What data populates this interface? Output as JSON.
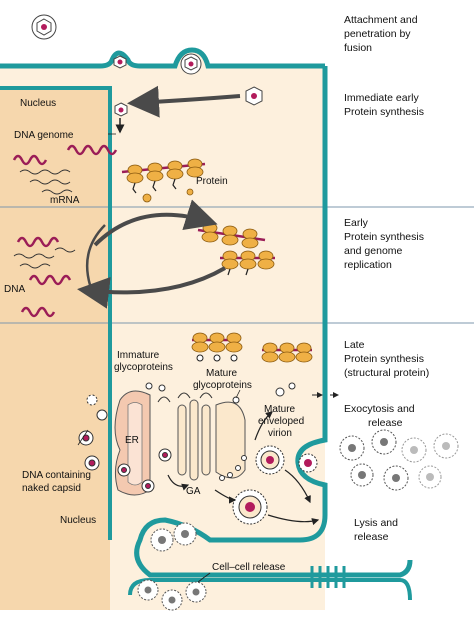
{
  "stages": {
    "attach": {
      "l1": "Attachment and",
      "l2": "penetration by",
      "l3": "fusion"
    },
    "ie": {
      "l1": "Immediate early",
      "l2": "Protein synthesis"
    },
    "early": {
      "l1": "Early",
      "l2": "Protein synthesis",
      "l3": "and genome",
      "l4": "replication"
    },
    "late": {
      "l1": "Late",
      "l2": "Protein synthesis",
      "l3": "(structural protein)"
    },
    "exo": {
      "l1": "Exocytosis and",
      "l2": "release"
    },
    "lysis": {
      "l1": "Lysis and",
      "l2": "release"
    }
  },
  "labels": {
    "nucleus_top": "Nucleus",
    "dna_genome": "DNA genome",
    "mrna": "mRNA",
    "protein": "Protein",
    "dna": "DNA",
    "immature_1": "Immature",
    "immature_2": "glycoproteins",
    "mature_gp_1": "Mature",
    "mature_gp_2": "glycoproteins",
    "mature_virion_1": "Mature",
    "mature_virion_2": "enveloped",
    "mature_virion_3": "virion",
    "er": "ER",
    "ga": "GA",
    "dna_capsid_1": "DNA containing",
    "dna_capsid_2": "naked capsid",
    "nucleus_bottom": "Nucleus",
    "cell_release": "Cell–cell release"
  },
  "colors": {
    "membrane": "#1f9a9d",
    "cytoplasm": "#fdf0dd",
    "nucleus": "#f6d7ad",
    "divider": "#7d97ad",
    "mrna": "#9b1d57",
    "ribosome": "#efb045",
    "arrow": "#4a4a4a",
    "er": "#f4c9b0"
  }
}
